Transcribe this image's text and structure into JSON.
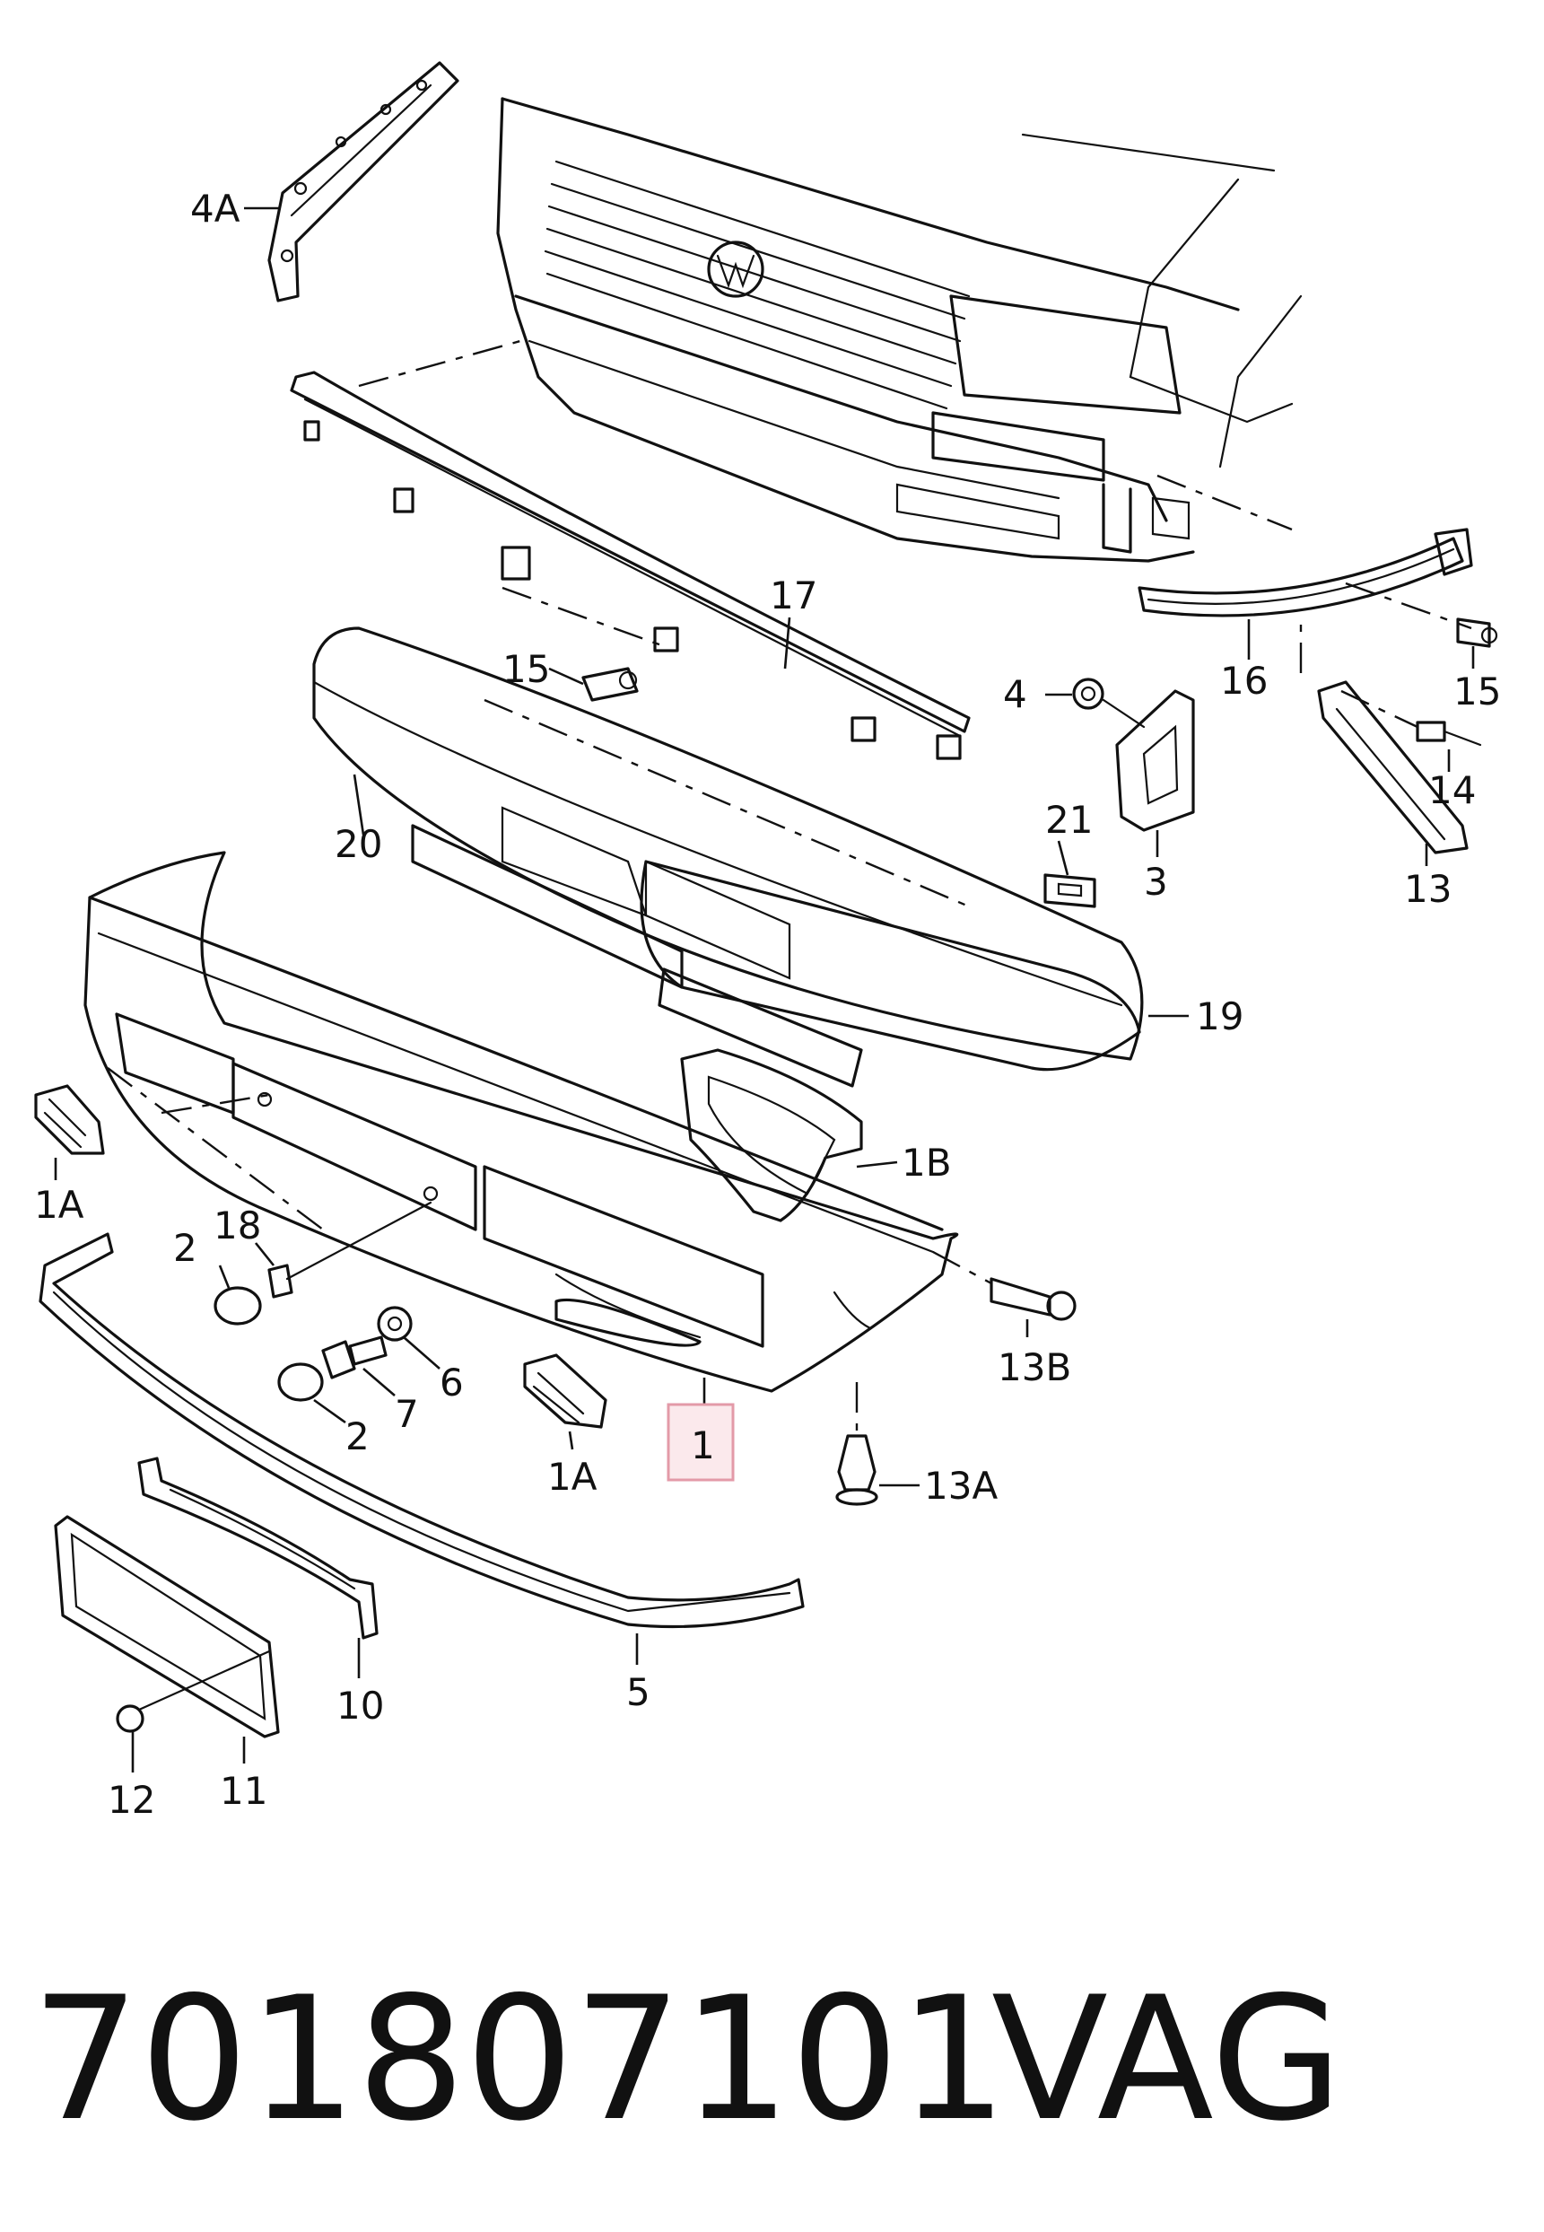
{
  "callouts": {
    "l4A": "4A",
    "l17": "17",
    "l15a": "15",
    "l20": "20",
    "l4": "4",
    "l21": "21",
    "l3": "3",
    "l16": "16",
    "l15b": "15",
    "l14": "14",
    "l13": "13",
    "l19": "19",
    "l1A_left": "1A",
    "l1B": "1B",
    "l18": "18",
    "l2a": "2",
    "l6": "6",
    "l7": "7",
    "l2b": "2",
    "l1A_mid": "1A",
    "l1": "1",
    "l13B": "13B",
    "l13A": "13A",
    "l10": "10",
    "l5": "5",
    "l11": "11",
    "l12": "12"
  },
  "footer": {
    "part_number": "701807101",
    "brand": "VAG"
  },
  "colors": {
    "highlight_box": "#e39aa8",
    "highlight_fill": "#fbe9ec",
    "line": "#111111"
  }
}
